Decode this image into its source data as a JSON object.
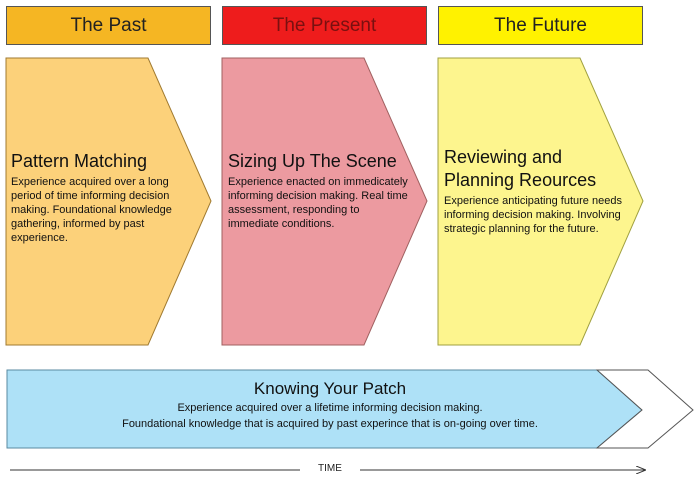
{
  "colors": {
    "past_header": "#f5b623",
    "present_header": "#ee1c1c",
    "future_header": "#fff200",
    "past_arrow": "#fcd17a",
    "present_arrow": "#ec9aa0",
    "future_arrow": "#fdf58e",
    "patch_arrow": "#aee1f7"
  },
  "headers": {
    "past": "The Past",
    "present": "The Present",
    "future": "The Future"
  },
  "stages": {
    "past": {
      "title": "Pattern Matching",
      "description": "Experience acquired over a long period of time informing decision making. Foundational knowledge gathering, informed by past experience."
    },
    "present": {
      "title": "Sizing Up The Scene",
      "description": "Experience enacted on immedicately informing decision making. Real time assessment, responding to immediate conditions."
    },
    "future": {
      "title_line1": "Reviewing and",
      "title_line2": "Planning Reources",
      "description": "Experience anticipating future needs informing decision making. Involving strategic planning for the future."
    }
  },
  "patch": {
    "title": "Knowing Your Patch",
    "line1": "Experience acquired over a lifetime informing decision making.",
    "line2": "Foundational knowledge that is acquired by past experince that is on-going over time."
  },
  "timeline": {
    "label": "TIME"
  }
}
